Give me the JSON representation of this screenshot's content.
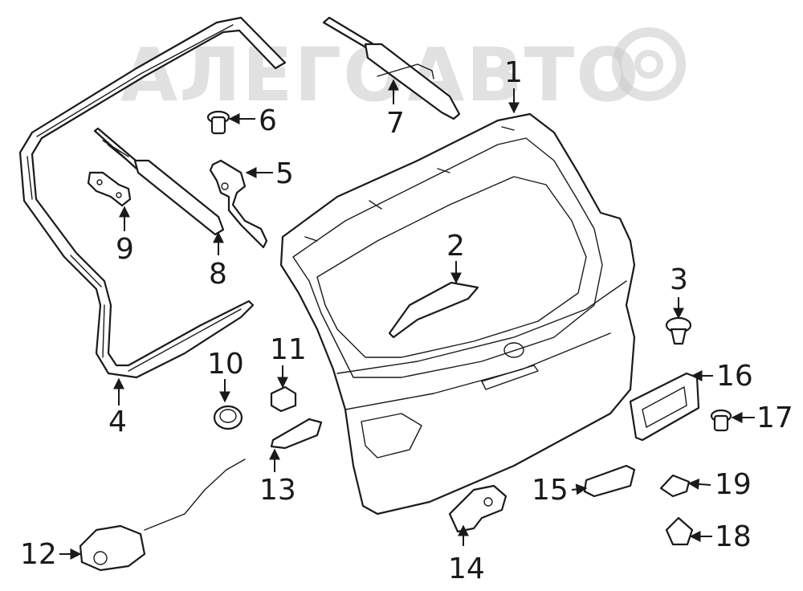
{
  "watermark": "АЛЕГОАВТО",
  "callouts": [
    {
      "id": "1",
      "label": "1"
    },
    {
      "id": "2",
      "label": "2"
    },
    {
      "id": "3",
      "label": "3"
    },
    {
      "id": "4",
      "label": "4"
    },
    {
      "id": "5",
      "label": "5"
    },
    {
      "id": "6",
      "label": "6"
    },
    {
      "id": "7",
      "label": "7"
    },
    {
      "id": "8",
      "label": "8"
    },
    {
      "id": "9",
      "label": "9"
    },
    {
      "id": "10",
      "label": "10"
    },
    {
      "id": "11",
      "label": "11"
    },
    {
      "id": "12",
      "label": "12"
    },
    {
      "id": "13",
      "label": "13"
    },
    {
      "id": "14",
      "label": "14"
    },
    {
      "id": "15",
      "label": "15"
    },
    {
      "id": "16",
      "label": "16"
    },
    {
      "id": "17",
      "label": "17"
    },
    {
      "id": "18",
      "label": "18"
    },
    {
      "id": "19",
      "label": "19"
    }
  ]
}
